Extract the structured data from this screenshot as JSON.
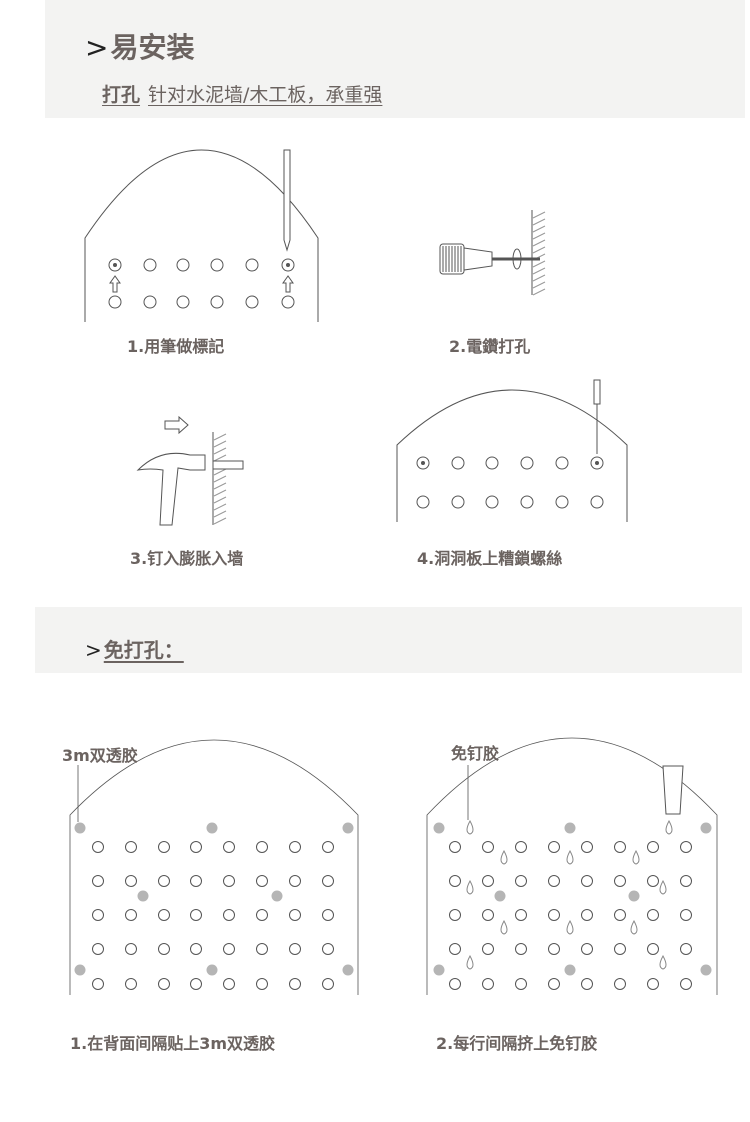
{
  "section1": {
    "title": "易安装",
    "subtitle_bold": "打孔",
    "subtitle": "针对水泥墙/木工板，承重强",
    "steps": [
      {
        "label": "1.用筆做標記"
      },
      {
        "label": "2.電鑽打孔"
      },
      {
        "label": "3.钉入膨胀入墙"
      },
      {
        "label": "4.洞洞板上糟鎖螺絲"
      }
    ]
  },
  "section2": {
    "title": "免打孔：",
    "callouts": [
      "3m双透胶",
      "免钉胶"
    ],
    "steps": [
      {
        "label": "1.在背面间隔贴上3m双透胶"
      },
      {
        "label": "2.每行间隔挤上免钉胶"
      }
    ]
  },
  "prefix": ">",
  "colors": {
    "text": "#6b6360",
    "band": "#f3f3f2",
    "dot": "#b5b5b5",
    "line": "#555555"
  }
}
